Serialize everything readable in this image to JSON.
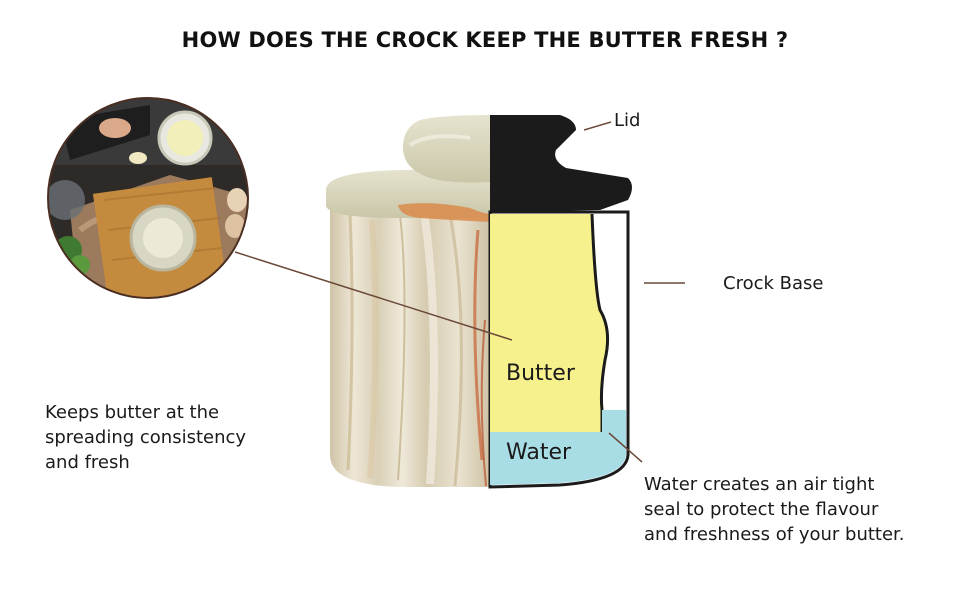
{
  "title": "HOW DOES THE CROCK KEEP THE BUTTER FRESH ?",
  "labels": {
    "lid": "Lid",
    "crock_base": "Crock Base",
    "butter": "Butter",
    "water": "Water"
  },
  "captions": {
    "left": [
      "Keeps butter at the",
      "spreading consistency",
      "and fresh"
    ],
    "right": [
      "Water creates an air tight",
      "seal to protect the flavour",
      "and freshness of your butter."
    ]
  },
  "colors": {
    "lid": "#1b1b1b",
    "butter": "#f6f18c",
    "water": "#a9dde5",
    "leader_line": "#6b4a3a",
    "onyx": "#e4dcc8"
  }
}
